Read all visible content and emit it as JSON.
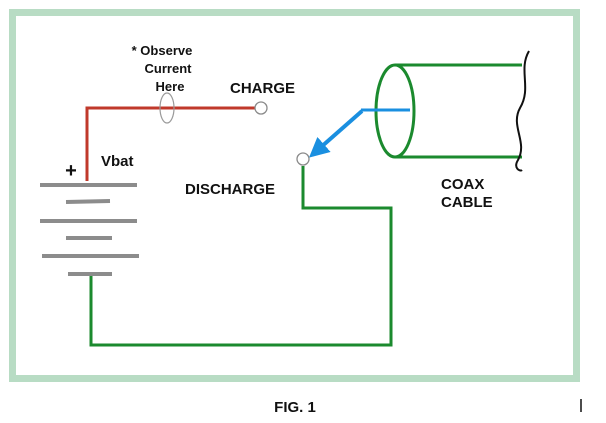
{
  "colors": {
    "frame": "#b8dcc4",
    "charge_wire": "#c0392b",
    "ground_wire": "#1b8a2e",
    "battery_plate": "#8c8c8c",
    "switch_arm": "#1a8fe0",
    "terminal": "#ffffff"
  },
  "labels": {
    "observe_note": [
      "* Observe",
      "Current",
      "Here"
    ],
    "charge": "CHARGE",
    "discharge": "DISCHARGE",
    "battery_plus": "+",
    "battery_name": "Vbat",
    "coax": [
      "COAX",
      "CABLE"
    ],
    "caption": "FIG. 1"
  },
  "icons": {
    "switch": "arrow-icon",
    "current_probe": "current-probe-ellipse",
    "terminals": "terminal-circle-icon"
  }
}
